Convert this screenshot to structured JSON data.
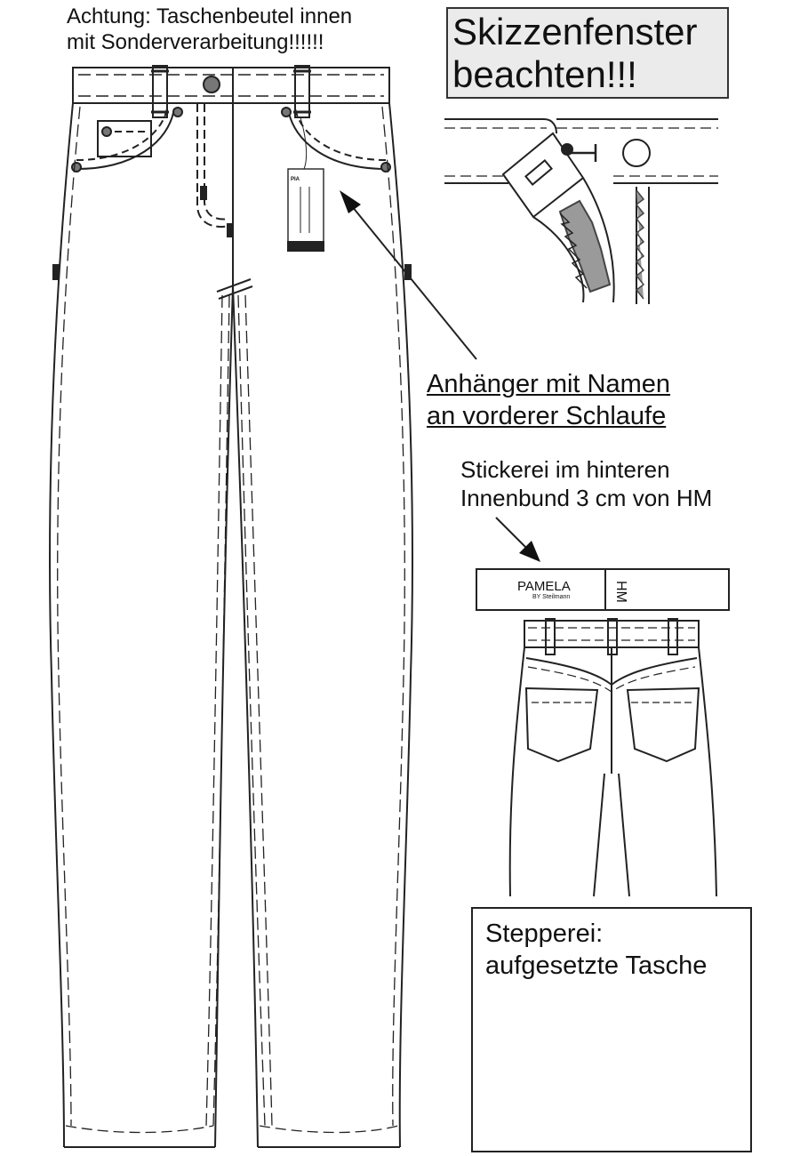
{
  "notes": {
    "top_left_line1": "Achtung: Taschenbeutel innen",
    "top_left_line2": "mit Sonderverarbeitung!!!!!!",
    "sketch_window_line1": "Skizzenfenster",
    "sketch_window_line2": "beachten!!!",
    "hang_tag_line1": "Anhänger mit Namen ",
    "hang_tag_line2": "an vorderer Schlaufe",
    "embroidery_line1": "Stickerei im hinteren",
    "embroidery_line2": "Innenbund 3 cm von HM",
    "stitching_line1": "Stepperei:",
    "stitching_line2": "aufgesetzte Tasche"
  },
  "waistband_label": {
    "brand": "PAMELA",
    "sub": "BY Steilmann",
    "marker": "HM"
  },
  "hang_tag": {
    "name": "PIA"
  },
  "colors": {
    "line": "#222222",
    "sketch_box_fill": "#ebebeb",
    "teeth_fill": "#9a9a9a",
    "rivet_fill": "#777777"
  },
  "icons": [
    "arrow-icon",
    "zipper-icon",
    "button-icon",
    "rivet-icon",
    "belt-loop-icon"
  ]
}
